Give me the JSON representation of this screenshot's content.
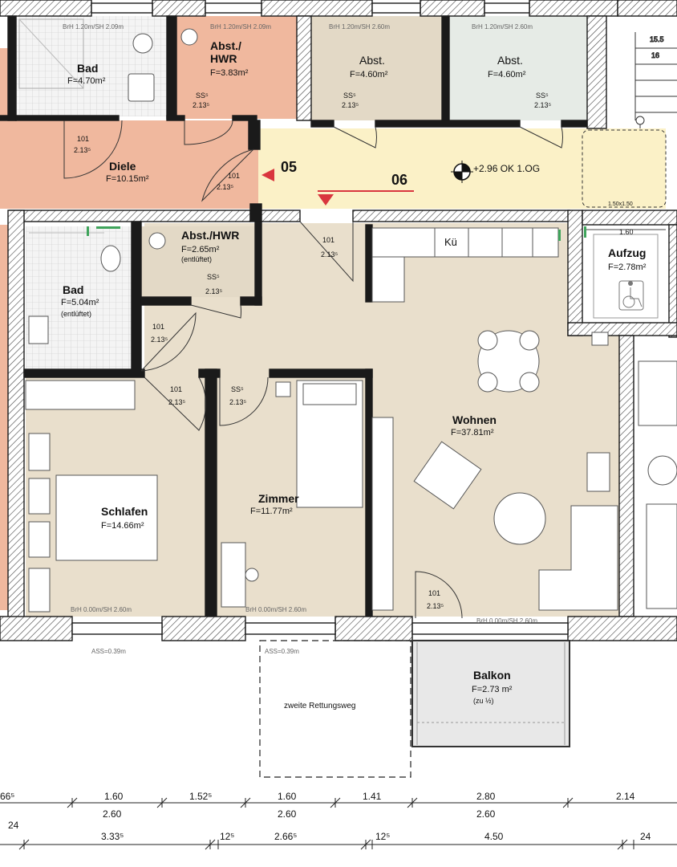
{
  "rooms": {
    "bad_top": {
      "name": "Bad",
      "area": "F=4.70m²"
    },
    "hwr_top": {
      "name1": "Abst./",
      "name2": "HWR",
      "area": "F=3.83m²",
      "door": "SS⁵",
      "door_h": "2.13⁵"
    },
    "abst_1": {
      "name": "Abst.",
      "area": "F=4.60m²",
      "door": "SS⁵",
      "door_h": "2.13⁵"
    },
    "abst_2": {
      "name": "Abst.",
      "area": "F=4.60m²",
      "door": "SS⁵",
      "door_h": "2.13⁵"
    },
    "diele": {
      "name": "Diele",
      "area": "F=10.15m²"
    },
    "bad_2": {
      "name": "Bad",
      "area": "F=5.04m²",
      "note": "(entlüftet)"
    },
    "hwr_2": {
      "name": "Abst./HWR",
      "area": "F=2.65m²",
      "note": "(entlüftet)",
      "door": "SS⁵",
      "door_h": "2.13⁵"
    },
    "aufzug": {
      "name": "Aufzug",
      "area": "F=2.78m²",
      "width": "1.60",
      "cabin": "1.50x1.50"
    },
    "wohnen": {
      "name": "Wohnen",
      "area": "F=37.81m²"
    },
    "kueche": {
      "label": "Kü"
    },
    "schlafen": {
      "name": "Schlafen",
      "area": "F=14.66m²"
    },
    "zimmer": {
      "name": "Zimmer",
      "area": "F=11.77m²",
      "door": "SS⁵",
      "door_h": "2.13⁵"
    },
    "balkon": {
      "name": "Balkon",
      "area": "F=2.73 m²",
      "note": "(zu ½)"
    }
  },
  "doors": {
    "d1": {
      "code": "101",
      "h": "2.13⁵"
    },
    "d2": {
      "code": "101",
      "h": "2.13⁵"
    },
    "d3": {
      "code": "101",
      "h": "2.13⁵"
    },
    "d4": {
      "code": "101",
      "h": "2.13⁵"
    },
    "d5": {
      "code": "101",
      "h": "2.13⁵"
    },
    "d6": {
      "code": "101",
      "h": "2.13⁵"
    }
  },
  "windows": {
    "w_top_1": "BrH 1.20m/SH 2.09m",
    "w_top_2": "BrH 1.20m/SH 2.09m",
    "w_top_3": "BrH 1.20m/SH 2.60m",
    "w_top_4": "BrH 1.20m/SH 2.60m",
    "w_bot_1": "BrH 0.00m/SH 2.60m",
    "w_bot_2": "BrH 0.00m/SH 2.60m",
    "w_bot_3": "BrH 0.00m/SH 2.60m",
    "ass_1": "ASS=0.39m",
    "ass_2": "ASS=0.39m"
  },
  "apartments": {
    "left": "05",
    "right": "06"
  },
  "level": "+2.96 OK 1.OG",
  "rescue_route": "zweite Rettungsweg",
  "stair": {
    "a": "15.5",
    "b": "16"
  },
  "dims_row1": [
    "66⁵",
    "1.60",
    "1.52⁵",
    "1.60",
    "1.41",
    "2.80",
    "2.14"
  ],
  "dims_row2": [
    "2.60",
    "2.60",
    "2.60"
  ],
  "dims_row3": [
    "24",
    "3.33⁵",
    "12⁵",
    "2.66⁵",
    "12⁵",
    "4.50",
    "24"
  ],
  "colors": {
    "wall": "#1a1a1a",
    "living": "#e9dfcc",
    "hall": "#fbf1c7",
    "salmon": "#f0b89e",
    "bath": "#ececec",
    "storage_warm": "#e3d9c6",
    "storage_cool": "#e6ebe6",
    "accent": "#d9363e"
  }
}
